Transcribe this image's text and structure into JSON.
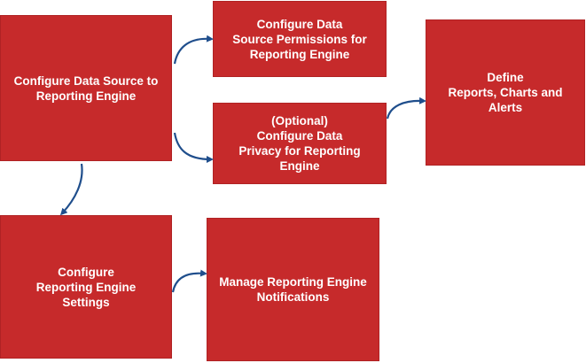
{
  "boxes": {
    "configure_data_source": "Configure Data Source to\nReporting Engine",
    "configure_permissions": "Configure Data\nSource Permissions for\nReporting Engine",
    "configure_privacy": "(Optional)\nConfigure Data\nPrivacy for Reporting\nEngine",
    "define_reports": "Define\nReports, Charts and\nAlerts",
    "configure_settings": "Configure\nReporting Engine\nSettings",
    "manage_notifications": "Manage Reporting Engine\nNotifications"
  },
  "colors": {
    "box_fill": "#c62a2b",
    "box_text": "#ffffff",
    "arrow": "#1f4e8c"
  }
}
